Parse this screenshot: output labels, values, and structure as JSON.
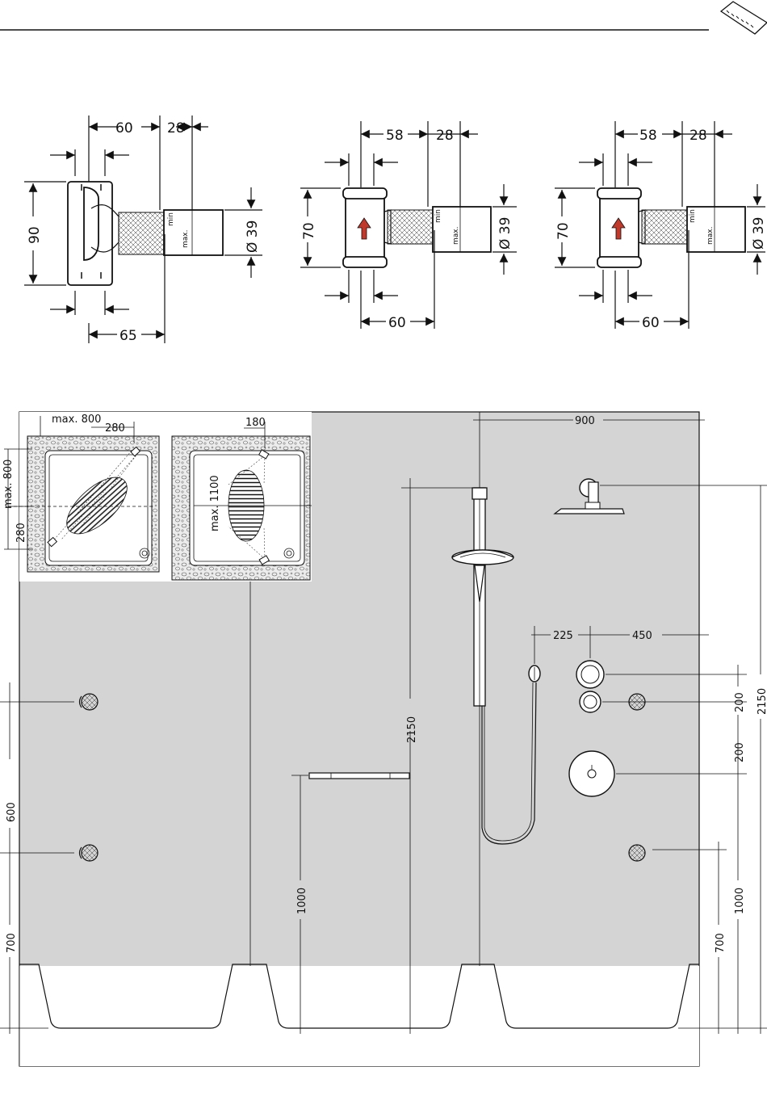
{
  "valve_left": {
    "top_depth": "60",
    "top_extension": "28",
    "height": "90",
    "diameter": "Ø 39",
    "bottom_width": "65",
    "label_min": "min",
    "label_max": "max."
  },
  "valve_middle": {
    "top_depth": "58",
    "top_extension": "28",
    "height": "70",
    "diameter": "Ø 39",
    "bottom_width": "60",
    "label_min": "min",
    "label_max": "max."
  },
  "valve_right": {
    "top_depth": "58",
    "top_extension": "28",
    "height": "70",
    "diameter": "Ø 39",
    "bottom_width": "60",
    "label_min": "min",
    "label_max": "max."
  },
  "plan_left": {
    "max_width": "max. 800",
    "offset_top": "280",
    "max_depth": "max. 800",
    "offset_side": "280"
  },
  "plan_right": {
    "offset_top": "180",
    "max_depth": "max. 1100"
  },
  "elevation": {
    "width": "900",
    "rail_height": "2150",
    "head_height": "2150",
    "hose_outlet_offset": "225",
    "control_offset": "450",
    "spacing_1": "200",
    "spacing_2": "200",
    "control_height": "1000",
    "shelf_height": "1000",
    "body_jet_low": "700",
    "body_jet_low_right": "700",
    "body_jet_spacing": "600"
  },
  "colors": {
    "wall": "#d4d4d4",
    "arrow": "#c0392b",
    "line": "#111111"
  }
}
